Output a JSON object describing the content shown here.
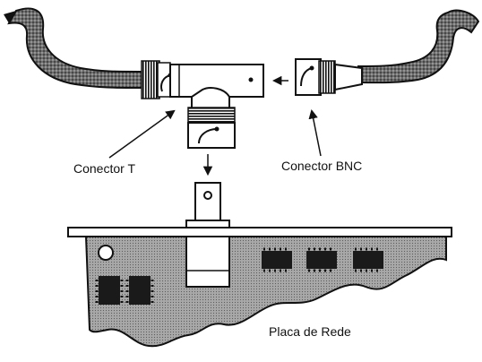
{
  "labels": {
    "t_connector": "Conector T",
    "bnc_connector": "Conector BNC",
    "network_card": "Placa de Rede"
  },
  "colors": {
    "ink": "#111111",
    "board_fill": "#9a9a9a",
    "chip_fill": "#1a1a1a",
    "cable_fill": "#555555"
  }
}
